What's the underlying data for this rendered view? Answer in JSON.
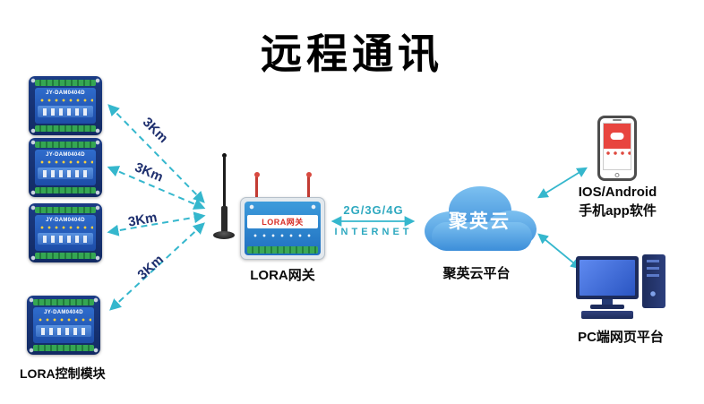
{
  "title": "远程通讯",
  "modules": {
    "label": "LORA控制模块",
    "items": [
      {
        "model": "JY-DAM0404D",
        "distance": "3Km"
      },
      {
        "model": "JY-DAM0404D",
        "distance": "3Km"
      },
      {
        "model": "JY-DAM0404D",
        "distance": "3Km"
      },
      {
        "model": "JY-DAM0404D",
        "distance": "3Km"
      }
    ]
  },
  "gateway": {
    "device_label": "LORA网关",
    "caption": "LORA网关"
  },
  "link": {
    "top": "2G/3G/4G",
    "bottom": "INTERNET"
  },
  "cloud": {
    "text": "聚英云",
    "caption": "聚英云平台"
  },
  "phone": {
    "caption_line1": "IOS/Android",
    "caption_line2": "手机app软件"
  },
  "pc": {
    "caption": "PC端网页平台"
  },
  "colors": {
    "arrow": "#35b7cd",
    "distance_label": "#1e2f6e",
    "link_text": "#2fa9c0",
    "cloud_blue": "#4e9fe0",
    "module_navy": "#1b3c86",
    "title": "#000000"
  }
}
